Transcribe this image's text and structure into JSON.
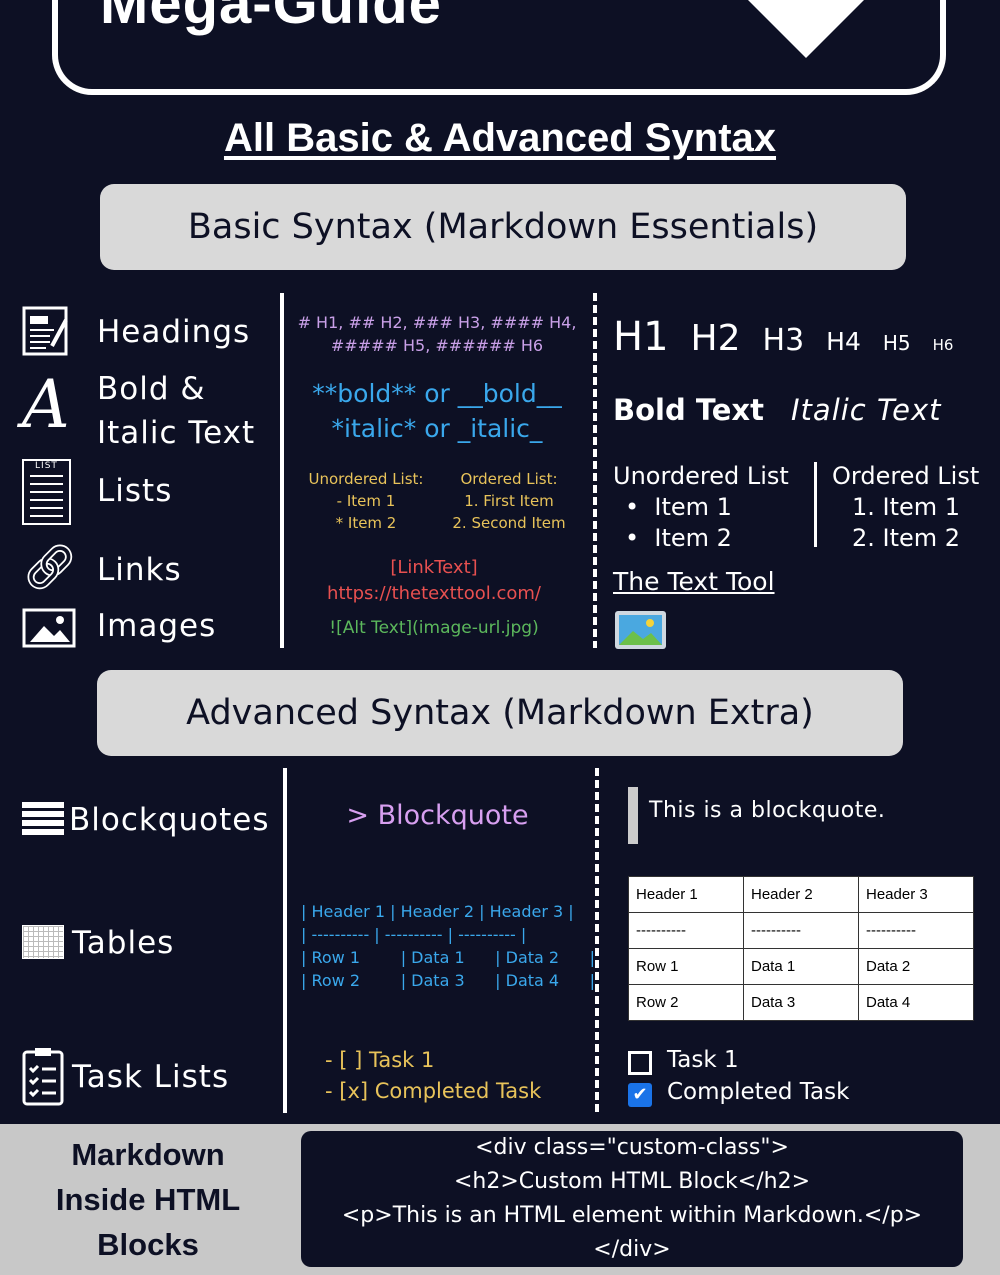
{
  "header": {
    "title": "Mega-Guide",
    "subtitle": "All Basic & Advanced Syntax"
  },
  "basic": {
    "band": "Basic Syntax (Markdown Essentials)",
    "labels": [
      "Headings",
      "Bold &",
      "Italic Text",
      "Lists",
      "Links",
      "Images"
    ],
    "list_icon_text": "LIST",
    "syntax": {
      "headings": [
        "# H1, ## H2, ### H3, #### H4,",
        "##### H5, ###### H6"
      ],
      "bold": "**bold** or __bold__",
      "italic": "*italic* or _italic_",
      "ul_title": "Unordered List:",
      "ul_items": [
        "- Item 1",
        "* Item 2"
      ],
      "ol_title": "Ordered List:",
      "ol_items": [
        "1. First Item",
        "2. Second Item"
      ],
      "link_text": "[LinkText]",
      "link_url": "https://thetexttool.com/",
      "image": "![Alt Text](image-url.jpg)"
    },
    "render": {
      "headings": [
        "H1",
        "H2",
        "H3",
        "H4",
        "H5",
        "H6"
      ],
      "bold": "Bold Text",
      "italic": "Italic Text",
      "ul_title": "Unordered List",
      "ul_items": [
        "Item 1",
        "Item 2"
      ],
      "ol_title": "Ordered List",
      "ol_items": [
        "1. Item 1",
        "2. Item 2"
      ],
      "link": "The Text Tool"
    }
  },
  "advanced": {
    "band": "Advanced Syntax (Markdown Extra)",
    "labels": [
      "Blockquotes",
      "Tables",
      "Task Lists"
    ],
    "syntax": {
      "blockquote": "> Blockquote",
      "table_lines": [
        "| Header 1 | Header 2 | Header 3 |",
        "| ---------- | ---------- | ---------- |",
        "| Row 1        | Data 1      | Data 2      |",
        "| Row 2        | Data 3      | Data 4      |"
      ],
      "tasks": [
        "- [ ] Task 1",
        "- [x] Completed Task"
      ]
    },
    "render": {
      "blockquote": "This is a blockquote.",
      "table": [
        [
          "Header 1",
          "Header 2",
          "Header 3"
        ],
        [
          "----------",
          "----------",
          "----------"
        ],
        [
          "Row 1",
          "Data 1",
          "Data 2"
        ],
        [
          "Row 2",
          "Data 3",
          "Data 4"
        ]
      ],
      "tasks": [
        {
          "label": "Task 1",
          "checked": false
        },
        {
          "label": "Completed Task",
          "checked": true
        }
      ]
    }
  },
  "html_block": {
    "title": [
      "Markdown",
      "Inside HTML",
      "Blocks"
    ],
    "code": [
      "<div class=\"custom-class\">",
      "<h2>Custom HTML Block</h2>",
      "<p>This is an HTML element within Markdown.</p>",
      "</div>"
    ]
  }
}
